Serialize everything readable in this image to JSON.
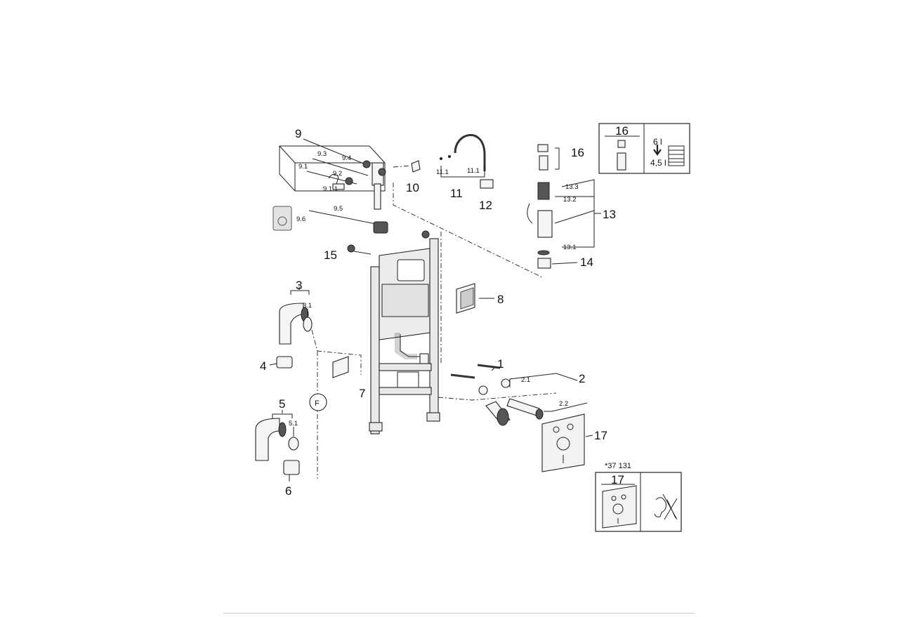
{
  "labels": {
    "l1": "1",
    "l2": "2",
    "l2_1": "2.1",
    "l2_2": "2.2",
    "l3": "3",
    "l3_1": "3.1",
    "l4": "4",
    "l5": "5",
    "l5_1": "5.1",
    "l6": "6",
    "l7": "7",
    "l8": "8",
    "l9": "9",
    "l9_1": "9.1",
    "l9_1_1": "9.1.1",
    "l9_2": "9.2",
    "l9_3": "9.3",
    "l9_4": "9.4",
    "l9_5": "9.5",
    "l9_6": "9.6",
    "l10": "10",
    "l11": "11",
    "l11_1a": "11.1",
    "l11_1b": "11.1",
    "l12": "12",
    "l13": "13",
    "l13_1": "13.1",
    "l13_2": "13.2",
    "l13_3": "13.3",
    "l14": "14",
    "l15": "15",
    "l16": "16",
    "l17": "17",
    "lF": "F"
  },
  "inset_flush": {
    "title": "16",
    "volume_full": "6 l",
    "volume_eco": "4,5 l"
  },
  "inset_plate": {
    "code": "*37 131",
    "title": "17"
  }
}
